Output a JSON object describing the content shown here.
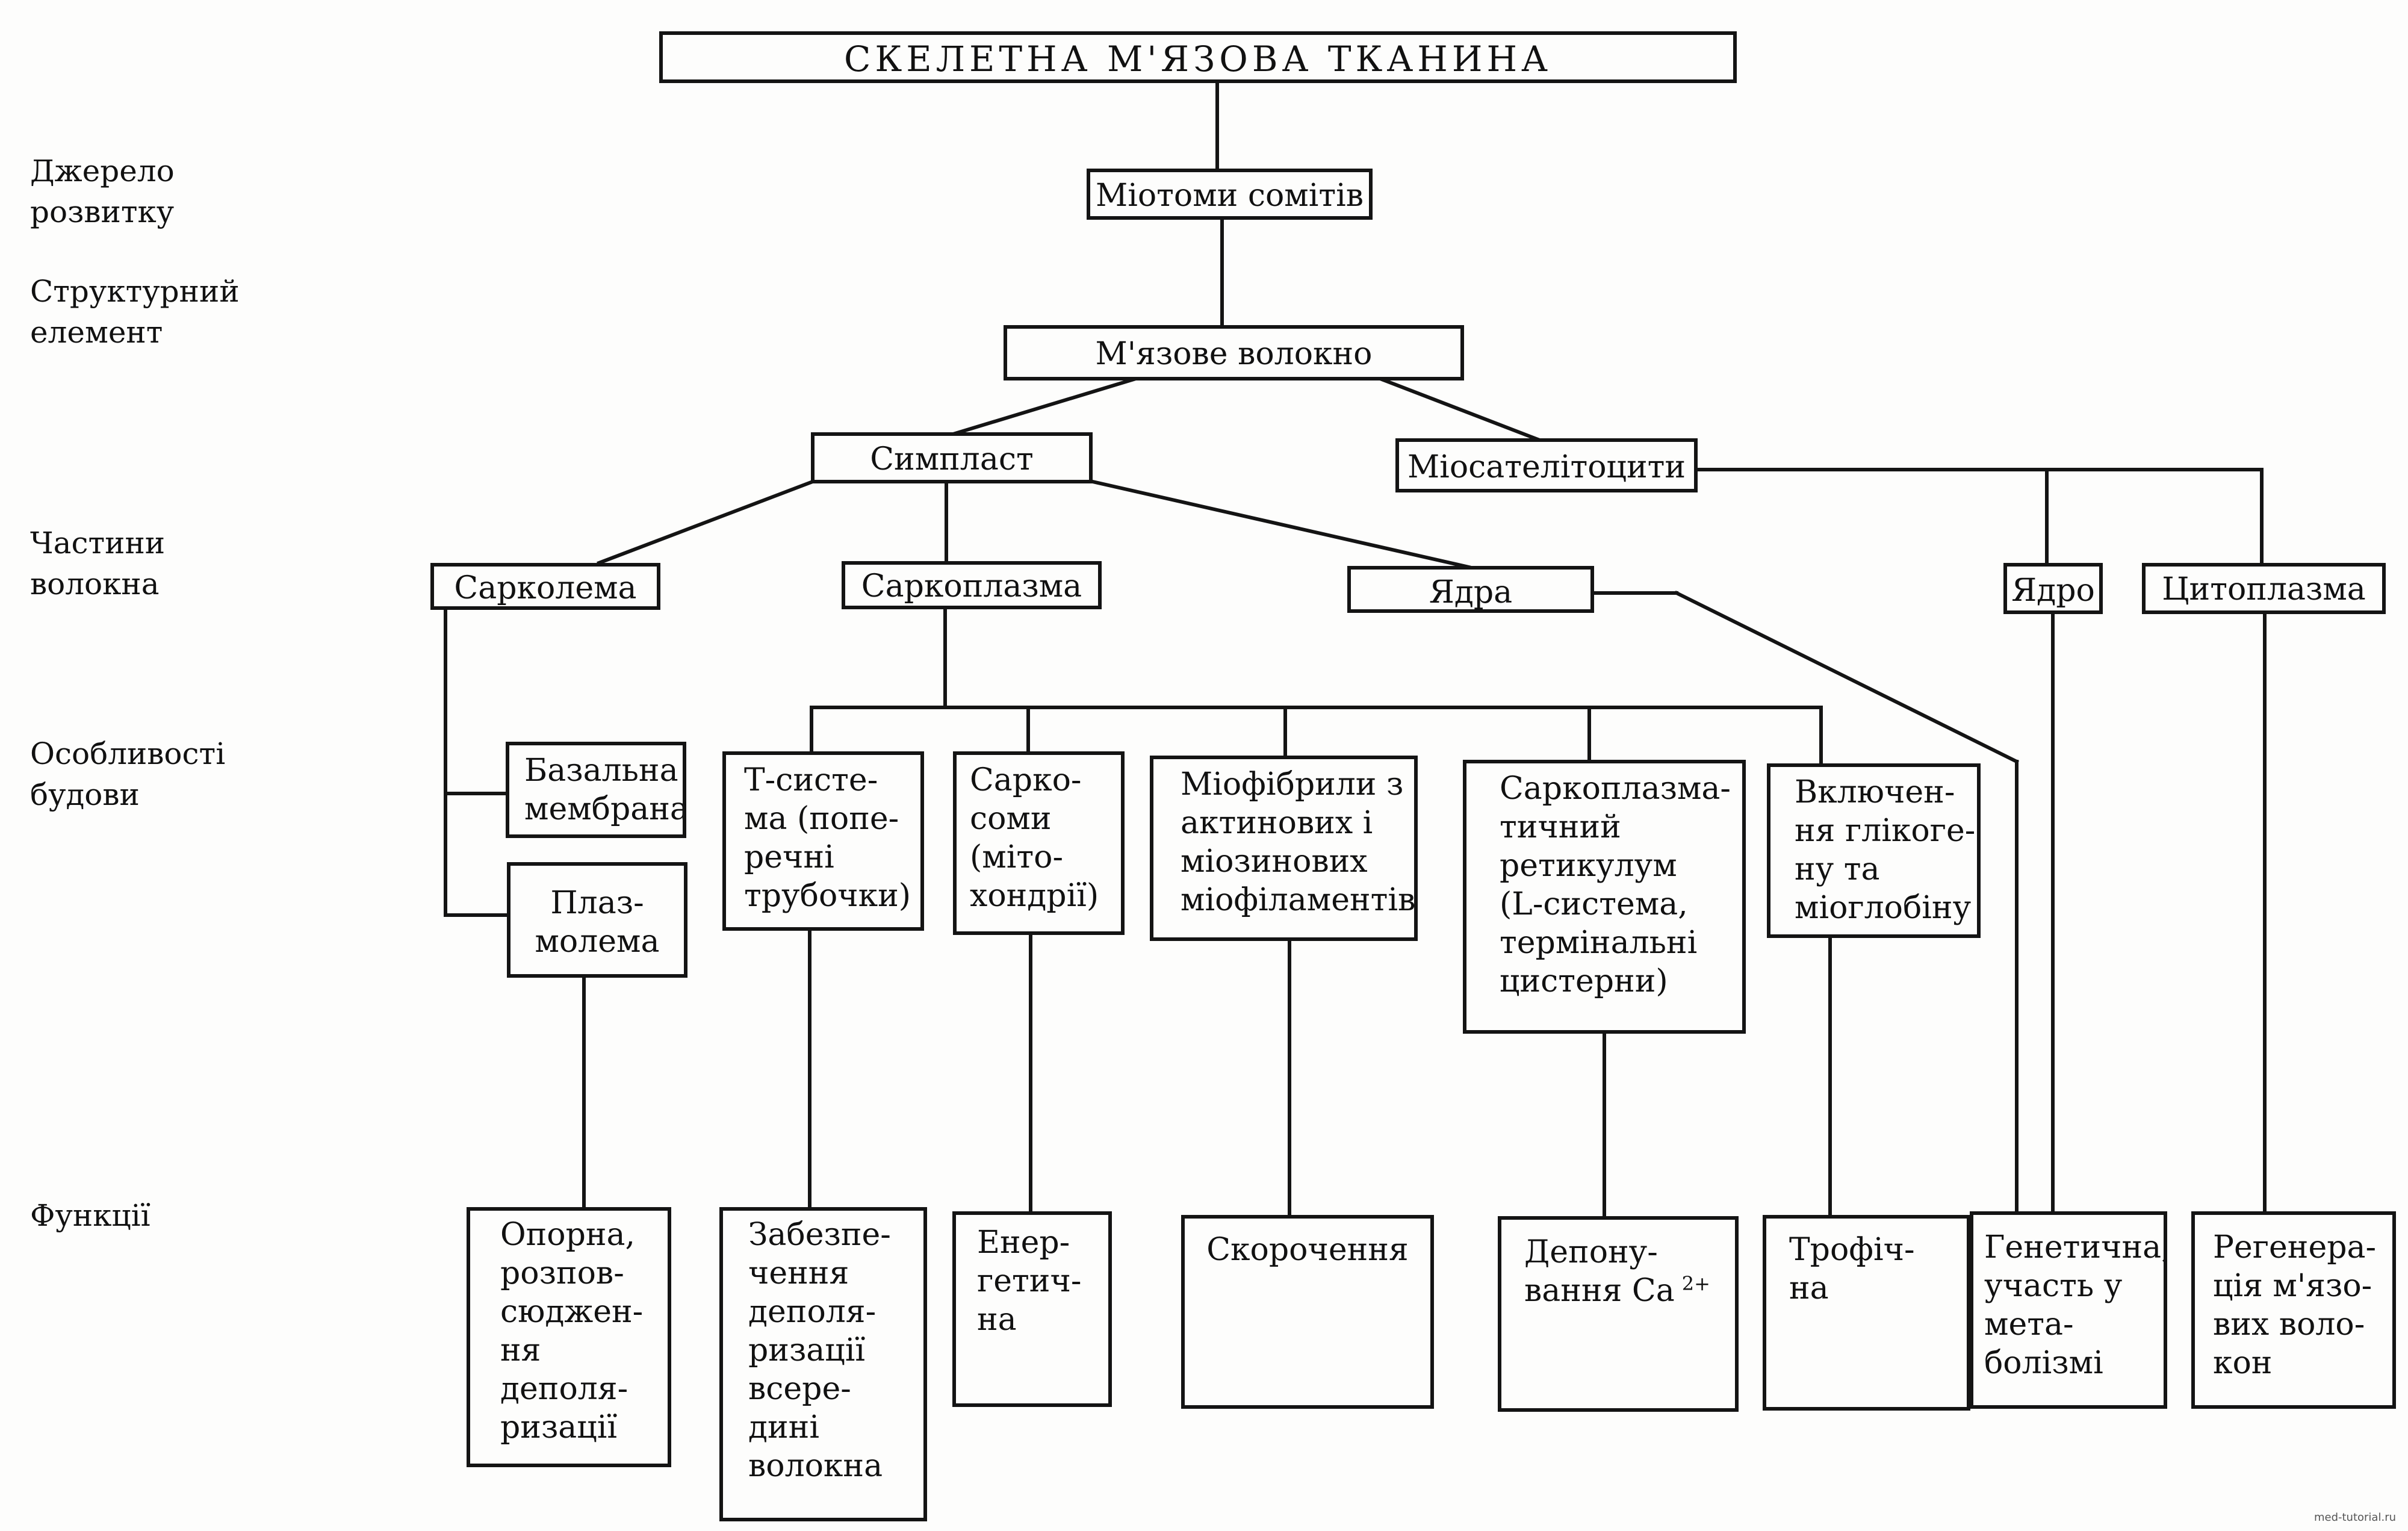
{
  "title": "СКЕЛЕТНА М'ЯЗОВА ТКАНИНА",
  "row_labels": {
    "source": "Джерело\nрозвитку",
    "element": "Структурний\nелемент",
    "parts": "Частини\nволокна",
    "features": "Особливості\nбудови",
    "functions": "Функції"
  },
  "nodes": {
    "miotomy": "Міотоми сомітів",
    "volokno": "М'язове волокно",
    "symplast": "Симпласт",
    "miosatelitocyty": "Міосателітоцити",
    "sarkolema": "Сарколема",
    "sarkoplazma": "Саркоплазма",
    "yadra": "Ядра",
    "yadro": "Ядро",
    "cytoplazma": "Цитоплазма",
    "bazalna": "Базальна\nмембрана",
    "plazmolema": "Плаз-\nмолема",
    "t_systema": "Т-систе-\nма (попе-\nречні\nтрубочки)",
    "sarkosomy": "Сарко-\nсоми\n(міто-\nхондрії)",
    "miofibrily": "Міофібрили з\nактинових і\nміозинових\nміофіламентів",
    "sarkoplazm_ret": "Саркоплазма-\nтичний\nретикулум\n(L-система,\nтермінальні\nцистерни)",
    "vkliuchennia": "Включен-\nня глікоге-\nну та\nміоглобіну"
  },
  "functions": {
    "oporna": "Опорна,\nрозпов-\nсюджен-\nня\nдеполя-\nризації",
    "zabezpechennia": "Забезпе-\nчення\nдеполя-\nризації\nвсере-\nдині\nволокна",
    "energetychna": "Енер-\nгетич-\nна",
    "skorochennia": "Скорочення",
    "deponuvannia": "Депону-\nвання Са",
    "deponuvannia_sup": "2+",
    "trofichna": "Трофіч-\nна",
    "genetychna": "Генетична,\nучасть у\nмета-\nболізмі",
    "regeneraciia": "Регенера-\nція м'язо-\nвих воло-\nкон"
  },
  "watermark": "med-tutorial.ru"
}
